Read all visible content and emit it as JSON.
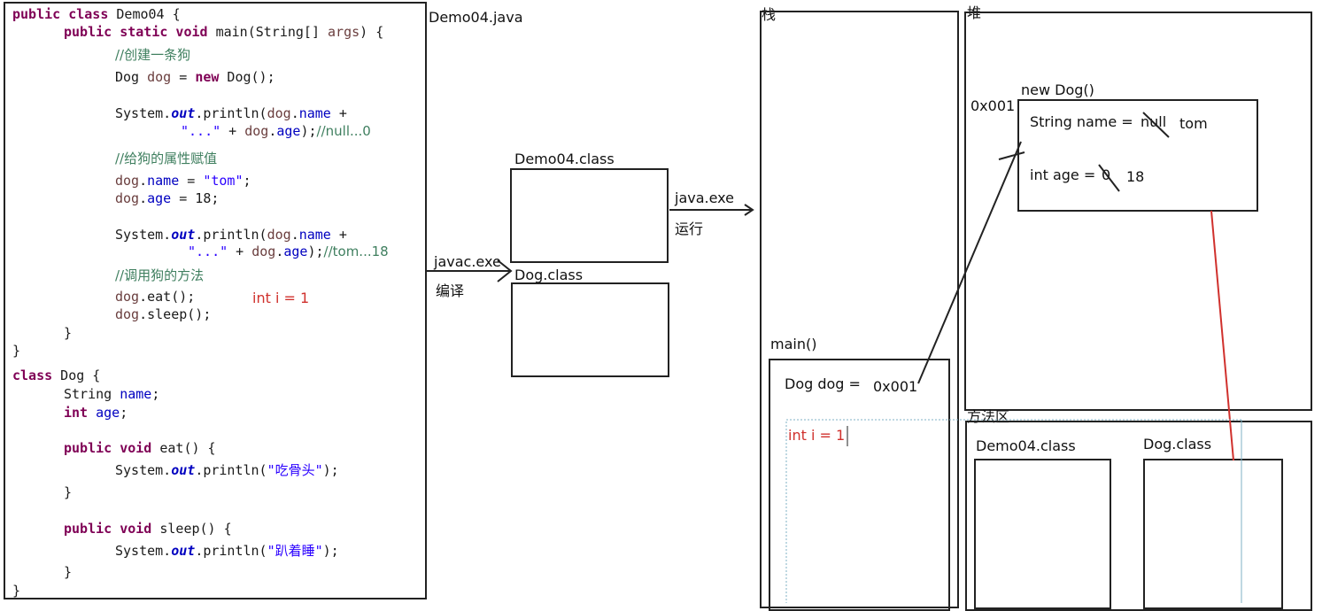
{
  "source": {
    "filename": "Demo04.java",
    "lines": [
      {
        "indent": 0,
        "tokens": [
          {
            "t": "kw",
            "v": "public class"
          },
          {
            "t": "p",
            "v": " Demo04 {"
          }
        ]
      },
      {
        "indent": 1,
        "tokens": [
          {
            "t": "kw",
            "v": "public static void"
          },
          {
            "t": "p",
            "v": " main(String[] "
          },
          {
            "t": "var",
            "v": "args"
          },
          {
            "t": "p",
            "v": ") {"
          }
        ]
      },
      {
        "indent": 2,
        "tokens": [
          {
            "t": "cmt",
            "v": "//创建一条狗"
          }
        ]
      },
      {
        "indent": 2,
        "tokens": [
          {
            "t": "p",
            "v": "Dog "
          },
          {
            "t": "var",
            "v": "dog"
          },
          {
            "t": "p",
            "v": " = "
          },
          {
            "t": "kw",
            "v": "new"
          },
          {
            "t": "p",
            "v": " Dog();"
          }
        ]
      },
      {
        "indent": 2,
        "tokens": [
          {
            "t": "p",
            "v": "System."
          },
          {
            "t": "stat",
            "v": "out"
          },
          {
            "t": "p",
            "v": ".println("
          },
          {
            "t": "var",
            "v": "dog"
          },
          {
            "t": "p",
            "v": "."
          },
          {
            "t": "fld",
            "v": "name"
          },
          {
            "t": "p",
            "v": " +"
          }
        ]
      },
      {
        "indent": 3,
        "tokens": [
          {
            "t": "str",
            "v": "\"...\""
          },
          {
            "t": "p",
            "v": " + "
          },
          {
            "t": "var",
            "v": "dog"
          },
          {
            "t": "p",
            "v": "."
          },
          {
            "t": "fld",
            "v": "age"
          },
          {
            "t": "p",
            "v": ");"
          },
          {
            "t": "cmt",
            "v": "//null...0"
          }
        ]
      },
      {
        "indent": 2,
        "tokens": [
          {
            "t": "cmt",
            "v": "//给狗的属性赋值"
          }
        ]
      },
      {
        "indent": 2,
        "tokens": [
          {
            "t": "var",
            "v": "dog"
          },
          {
            "t": "p",
            "v": "."
          },
          {
            "t": "fld",
            "v": "name"
          },
          {
            "t": "p",
            "v": " = "
          },
          {
            "t": "str",
            "v": "\"tom\""
          },
          {
            "t": "p",
            "v": ";"
          }
        ]
      },
      {
        "indent": 2,
        "tokens": [
          {
            "t": "var",
            "v": "dog"
          },
          {
            "t": "p",
            "v": "."
          },
          {
            "t": "fld",
            "v": "age"
          },
          {
            "t": "p",
            "v": " = 18;"
          }
        ]
      },
      {
        "indent": 2,
        "tokens": [
          {
            "t": "p",
            "v": "System."
          },
          {
            "t": "stat",
            "v": "out"
          },
          {
            "t": "p",
            "v": ".println("
          },
          {
            "t": "var",
            "v": "dog"
          },
          {
            "t": "p",
            "v": "."
          },
          {
            "t": "fld",
            "v": "name"
          },
          {
            "t": "p",
            "v": " +"
          }
        ]
      },
      {
        "indent": 3,
        "tokens": [
          {
            "t": "str",
            "v": "\"...\""
          },
          {
            "t": "p",
            "v": " + "
          },
          {
            "t": "var",
            "v": "dog"
          },
          {
            "t": "p",
            "v": "."
          },
          {
            "t": "fld",
            "v": "age"
          },
          {
            "t": "p",
            "v": ");"
          },
          {
            "t": "cmt",
            "v": "//tom...18"
          }
        ]
      },
      {
        "indent": 2,
        "tokens": [
          {
            "t": "cmt",
            "v": "//调用狗的方法"
          }
        ]
      },
      {
        "indent": 2,
        "tokens": [
          {
            "t": "var",
            "v": "dog"
          },
          {
            "t": "p",
            "v": ".eat();"
          }
        ]
      },
      {
        "indent": 2,
        "tokens": [
          {
            "t": "var",
            "v": "dog"
          },
          {
            "t": "p",
            "v": ".sleep();"
          }
        ]
      },
      {
        "indent": 1,
        "tokens": [
          {
            "t": "p",
            "v": "}"
          }
        ]
      },
      {
        "indent": 0,
        "tokens": [
          {
            "t": "p",
            "v": "}"
          }
        ]
      },
      {
        "indent": 0,
        "tokens": [
          {
            "t": "kw",
            "v": "class"
          },
          {
            "t": "p",
            "v": " Dog {"
          }
        ]
      },
      {
        "indent": 1,
        "tokens": [
          {
            "t": "p",
            "v": "String "
          },
          {
            "t": "fld",
            "v": "name"
          },
          {
            "t": "p",
            "v": ";"
          }
        ]
      },
      {
        "indent": 1,
        "tokens": [
          {
            "t": "kw",
            "v": "int"
          },
          {
            "t": "p",
            "v": " "
          },
          {
            "t": "fld",
            "v": "age"
          },
          {
            "t": "p",
            "v": ";"
          }
        ]
      },
      {
        "indent": 1,
        "tokens": [
          {
            "t": "kw",
            "v": "public void"
          },
          {
            "t": "p",
            "v": " eat() {"
          }
        ]
      },
      {
        "indent": 2,
        "tokens": [
          {
            "t": "p",
            "v": "System."
          },
          {
            "t": "stat",
            "v": "out"
          },
          {
            "t": "p",
            "v": ".println("
          },
          {
            "t": "str",
            "v": "\"吃骨头\""
          },
          {
            "t": "p",
            "v": ");"
          }
        ]
      },
      {
        "indent": 1,
        "tokens": [
          {
            "t": "p",
            "v": "}"
          }
        ]
      },
      {
        "indent": 1,
        "tokens": [
          {
            "t": "kw",
            "v": "public void"
          },
          {
            "t": "p",
            "v": " sleep() {"
          }
        ]
      },
      {
        "indent": 2,
        "tokens": [
          {
            "t": "p",
            "v": "System."
          },
          {
            "t": "stat",
            "v": "out"
          },
          {
            "t": "p",
            "v": ".println("
          },
          {
            "t": "str",
            "v": "\"趴着睡\""
          },
          {
            "t": "p",
            "v": ");"
          }
        ]
      },
      {
        "indent": 1,
        "tokens": [
          {
            "t": "p",
            "v": "}"
          }
        ]
      },
      {
        "indent": 0,
        "tokens": [
          {
            "t": "p",
            "v": "}"
          }
        ]
      }
    ],
    "inline_annotation": "int i = 1"
  },
  "compile": {
    "command": "javac.exe",
    "action": "编译"
  },
  "run": {
    "command": "java.exe",
    "action": "运行"
  },
  "class_files": {
    "demo": "Demo04.class",
    "dog": "Dog.class"
  },
  "stack": {
    "title": "栈",
    "frame_label": "main()",
    "dog_var_label": "Dog dog =",
    "dog_var_value": "0x001",
    "local_var": "int i = 1"
  },
  "heap": {
    "title": "堆",
    "object_label": "new Dog()",
    "address": "0x001",
    "field_name_label": "String name =",
    "field_name_old": "null",
    "field_name_new": "tom",
    "field_age_label": "int age =",
    "field_age_old": "0",
    "field_age_new": "18"
  },
  "method_area": {
    "title": "方法区",
    "demo_class": "Demo04.class",
    "dog_class": "Dog.class"
  },
  "colors": {
    "red_annotation": "#d0312d",
    "dotted_guide": "#7fb2c4"
  }
}
